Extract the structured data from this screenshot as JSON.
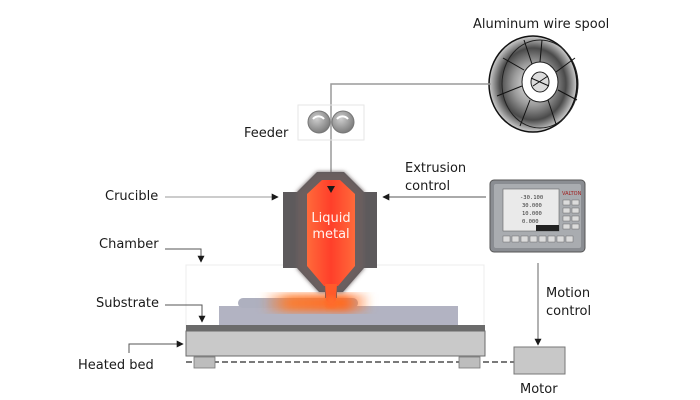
{
  "diagram": {
    "title": "Liquid metal printing system schematic",
    "labels": {
      "spool": "Aluminum wire spool",
      "feeder": "Feeder",
      "extrusion_control_line1": "Extrusion",
      "extrusion_control_line2": "control",
      "crucible": "Crucible",
      "liquid_metal_line1": "Liquid",
      "liquid_metal_line2": "metal",
      "chamber": "Chamber",
      "substrate": "Substrate",
      "heated_bed": "Heated bed",
      "motion_control_line1": "Motion",
      "motion_control_line2": "control",
      "motor": "Motor"
    },
    "controller": {
      "brand": "VALTON",
      "readouts": [
        "-30.100",
        "30.000",
        "10.000",
        "0.000"
      ]
    },
    "colors": {
      "molten": "#ff4a2e",
      "molten_glow": "#ff7a2a",
      "crucible_body": "#5d5a5c",
      "bed": "#c9c9c9",
      "substrate": "#6b6b6b",
      "printed_part": "#aeb0bf",
      "motor": "#c8c8c8",
      "arrow": "#1a1a1a",
      "wire": "#9a9a9a"
    }
  }
}
